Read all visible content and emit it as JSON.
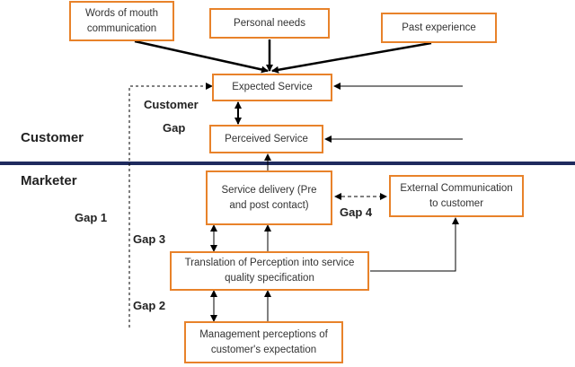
{
  "boxes": {
    "word_of_mouth": "Words of mouth communication",
    "personal_needs": "Personal needs",
    "past_experience": "Past experience",
    "expected_service": "Expected Service",
    "perceived_service": "Perceived Service",
    "service_delivery": "Service delivery (Pre and post contact)",
    "external_communication": "External Communication to customer",
    "translation": "Translation of Perception into service quality specification",
    "management": "Management perceptions of customer's expectation"
  },
  "labels": {
    "customer": "Customer",
    "marketer": "Marketer",
    "customer_gap_line1": "Customer",
    "customer_gap_line2": "Gap",
    "gap1": "Gap 1",
    "gap2": "Gap 2",
    "gap3": "Gap 3",
    "gap4": "Gap 4"
  },
  "colors": {
    "box_border": "#e8822a",
    "divider": "#1f2b5e",
    "arrow": "#000000"
  }
}
